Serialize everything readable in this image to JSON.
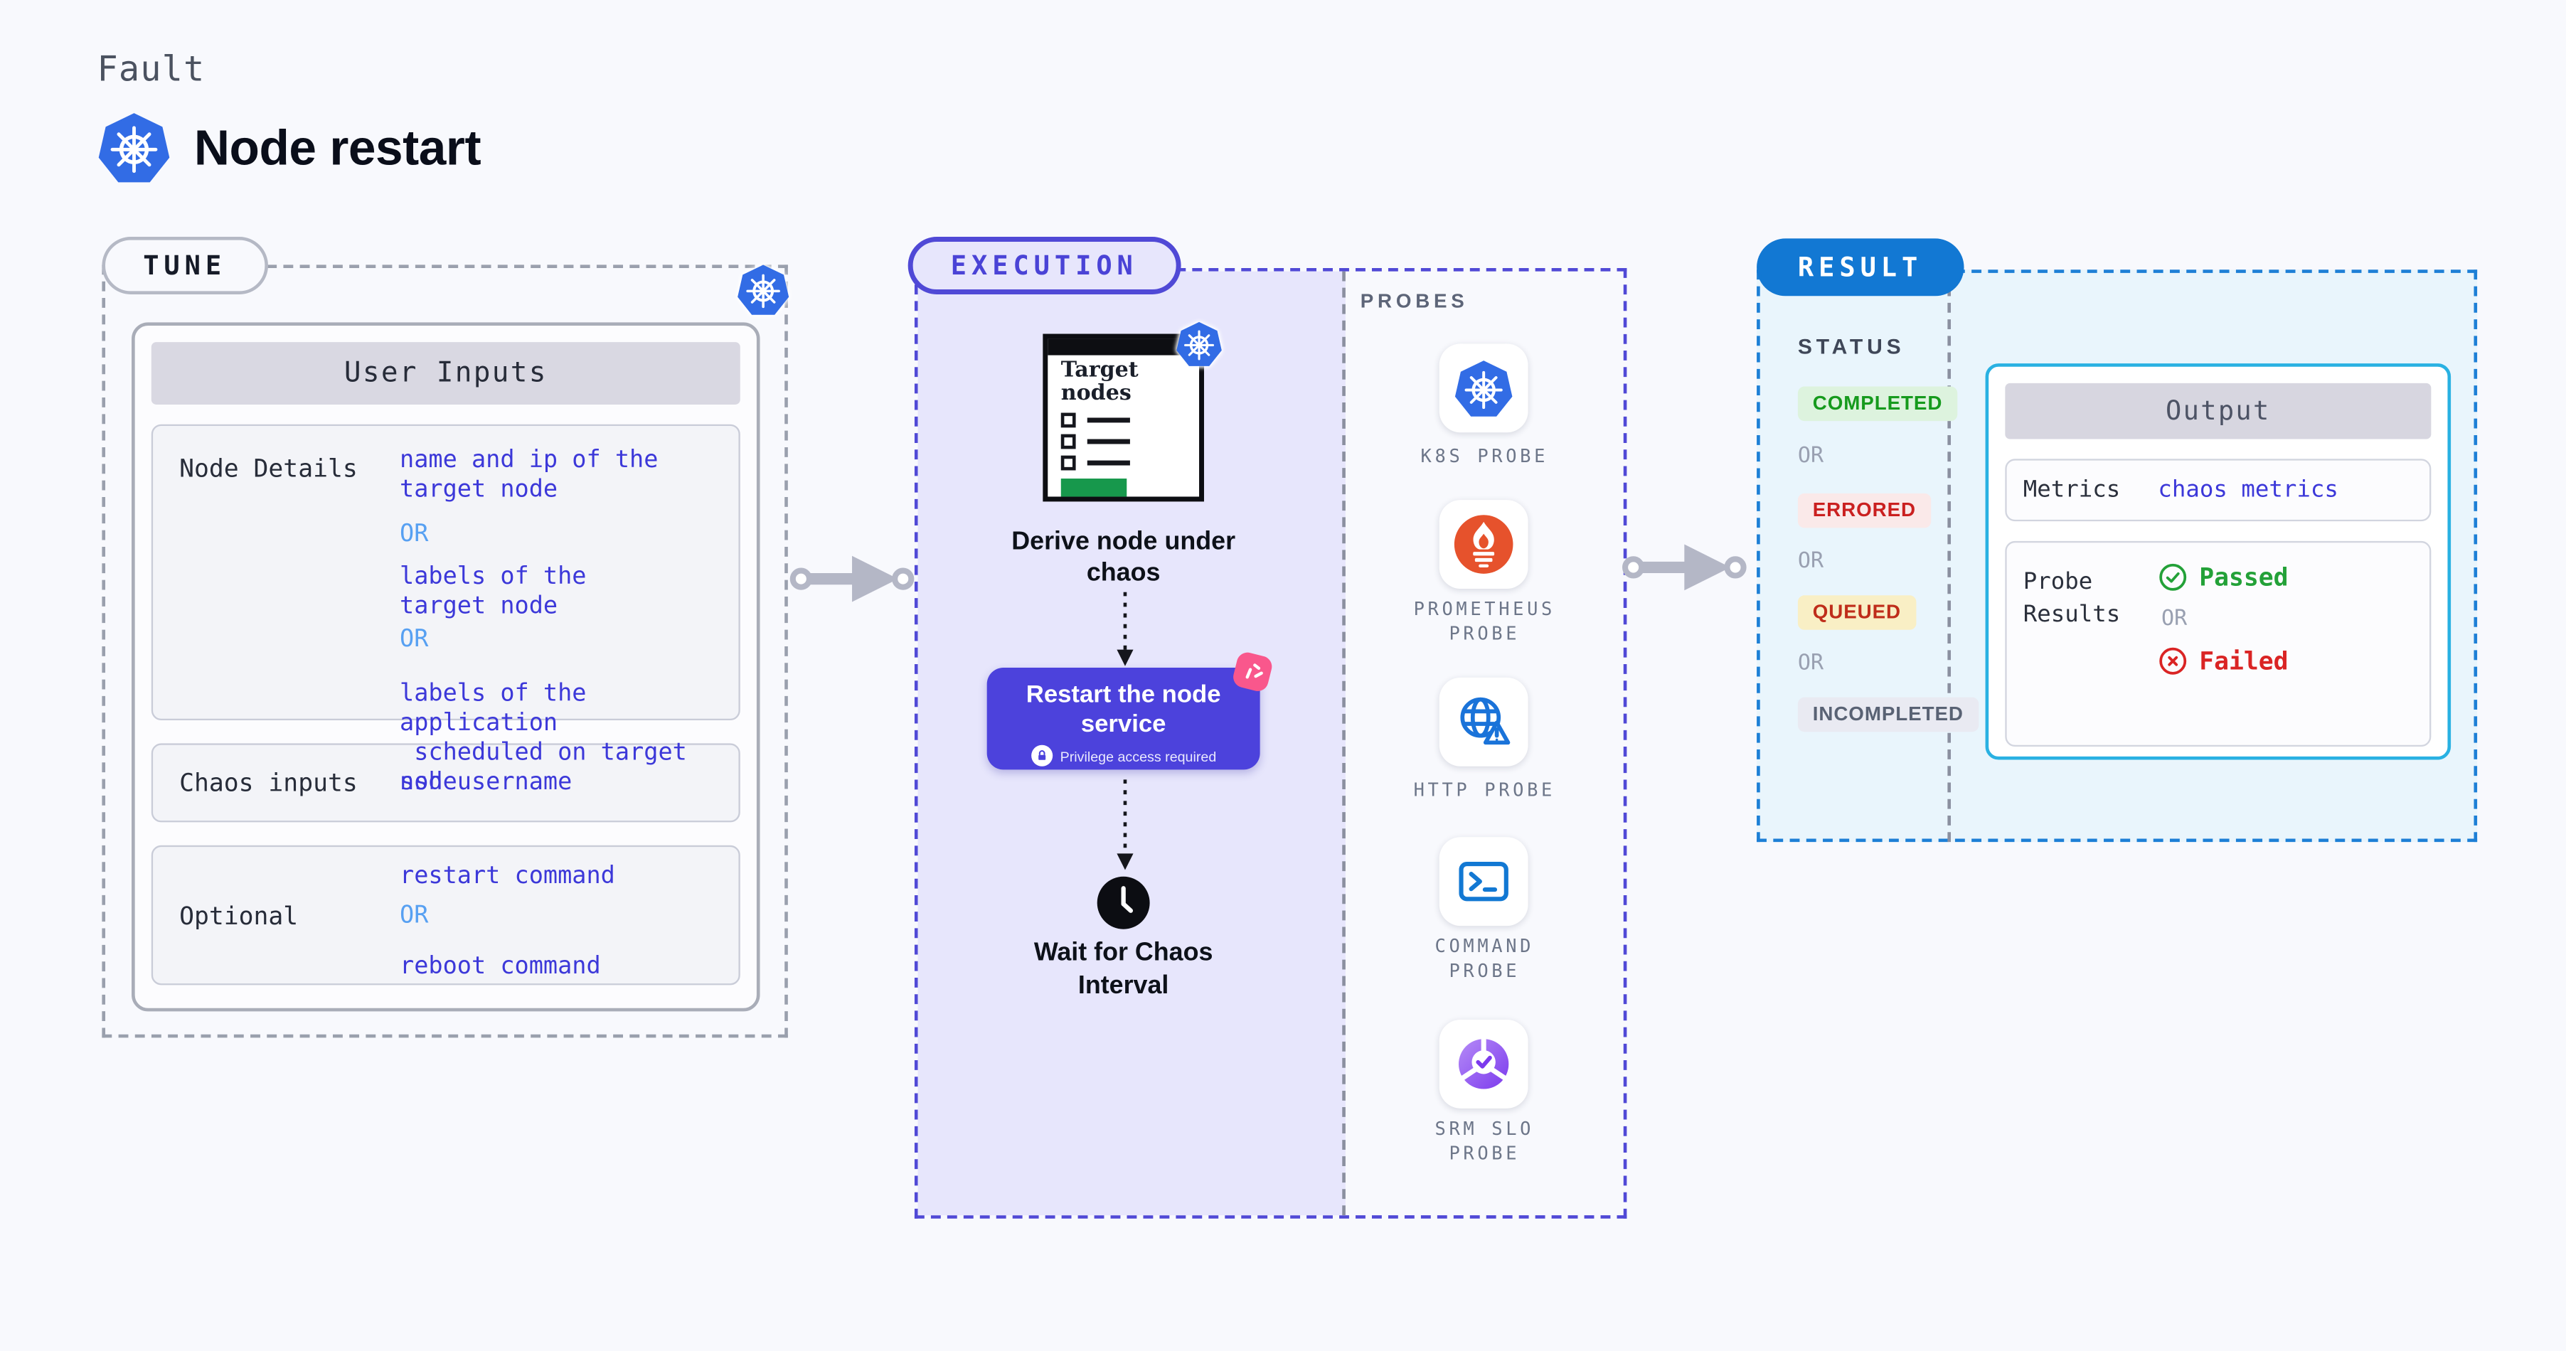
{
  "header": {
    "eyebrow": "Fault",
    "title": "Node restart"
  },
  "tune": {
    "label": "TUNE",
    "table_title": "User Inputs",
    "rows": [
      {
        "label": "Node Details",
        "values": [
          "name and ip of the\ntarget node",
          "OR",
          "labels of the\ntarget node",
          "OR",
          "labels of the application\n scheduled on target node"
        ]
      },
      {
        "label": "Chaos inputs",
        "values": [
          "ssh username"
        ]
      },
      {
        "label": "Optional",
        "values": [
          "restart command",
          "OR",
          "reboot command"
        ]
      }
    ]
  },
  "execution": {
    "label": "EXECUTION",
    "target_card": {
      "title": "Target\nnodes"
    },
    "derive_label": "Derive node under\nchaos",
    "restart": {
      "title": "Restart the node\nservice",
      "subtitle": "Privilege access required"
    },
    "wait_label": "Wait for Chaos\nInterval"
  },
  "probes": {
    "title": "PROBES",
    "items": [
      {
        "label": "K8S PROBE",
        "icon": "kubernetes-icon"
      },
      {
        "label": "PROMETHEUS\nPROBE",
        "icon": "prometheus-icon"
      },
      {
        "label": "HTTP PROBE",
        "icon": "http-globe-icon"
      },
      {
        "label": "COMMAND\nPROBE",
        "icon": "terminal-icon"
      },
      {
        "label": "SRM SLO\nPROBE",
        "icon": "slo-donut-icon"
      }
    ]
  },
  "result": {
    "label": "RESULT",
    "status_title": "STATUS",
    "or_label": "OR",
    "statuses": [
      {
        "text": "COMPLETED",
        "bg": "#ddf3de",
        "color": "#169a1d"
      },
      {
        "text": "ERRORED",
        "bg": "#fae9e9",
        "color": "#ca2020"
      },
      {
        "text": "QUEUED",
        "bg": "#f9efc5",
        "color": "#bf2d1a"
      },
      {
        "text": "INCOMPLETED",
        "bg": "#e9eaf2",
        "color": "#596274"
      }
    ],
    "output": {
      "title": "Output",
      "metrics_label": "Metrics",
      "metrics_value": "chaos metrics",
      "probe_results_label": "Probe\nResults",
      "passed": "Passed",
      "or_label": "OR",
      "failed": "Failed"
    }
  },
  "icons": {
    "kubernetes-icon": "blue heptagon with white ship wheel",
    "prometheus-icon": "orange circle with white torch flame",
    "http-globe-icon": "blue globe with warning triangle",
    "terminal-icon": "blue terminal prompt in rounded square",
    "slo-donut-icon": "purple segmented donut with check",
    "lock-icon": "padlock in white circle",
    "clock-icon": "black clock face",
    "chaos-icon": "pink rotated badge with white marks",
    "arrow-right-icon": "thick gray arrow with ringed endpoints",
    "check-circle-icon": "green check in circle",
    "x-circle-icon": "red cross in circle"
  },
  "colors": {
    "page_bg": "#f8f9fd",
    "value_indigo": "#3c38d9",
    "or_blue": "#57a0f2",
    "execution_fill": "#e7e6fc",
    "execution_border": "#5049d6",
    "restart_button": "#4c42dc",
    "chaos_pink": "#f9578c",
    "kubernetes_blue": "#326ce5",
    "prometheus_orange": "#e6522c",
    "result_blue": "#1278d3",
    "result_fill": "#e9f5fc",
    "output_border": "#29b1e2",
    "passed_green": "#23a138",
    "failed_red": "#da2424",
    "arrow_gray": "#b4b7c6"
  }
}
